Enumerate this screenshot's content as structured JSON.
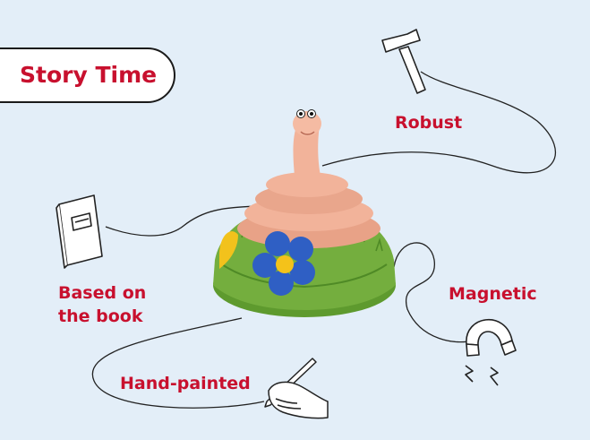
{
  "title": "Story Time",
  "features": {
    "robust": "Robust",
    "magnetic": "Magnetic",
    "hand_painted": "Hand-painted",
    "book_line1": "Based on",
    "book_line2": "the book"
  },
  "colors": {
    "background": "#e3eef8",
    "label_red": "#c8102e",
    "grass_green": "#6aa63a",
    "worm_pink": "#f2b39a",
    "flower_blue": "#2f5fc4",
    "flower_center": "#f4c21a"
  },
  "icons": [
    "hammer-icon",
    "book-icon",
    "magnet-icon",
    "pencil-hand-icon"
  ]
}
